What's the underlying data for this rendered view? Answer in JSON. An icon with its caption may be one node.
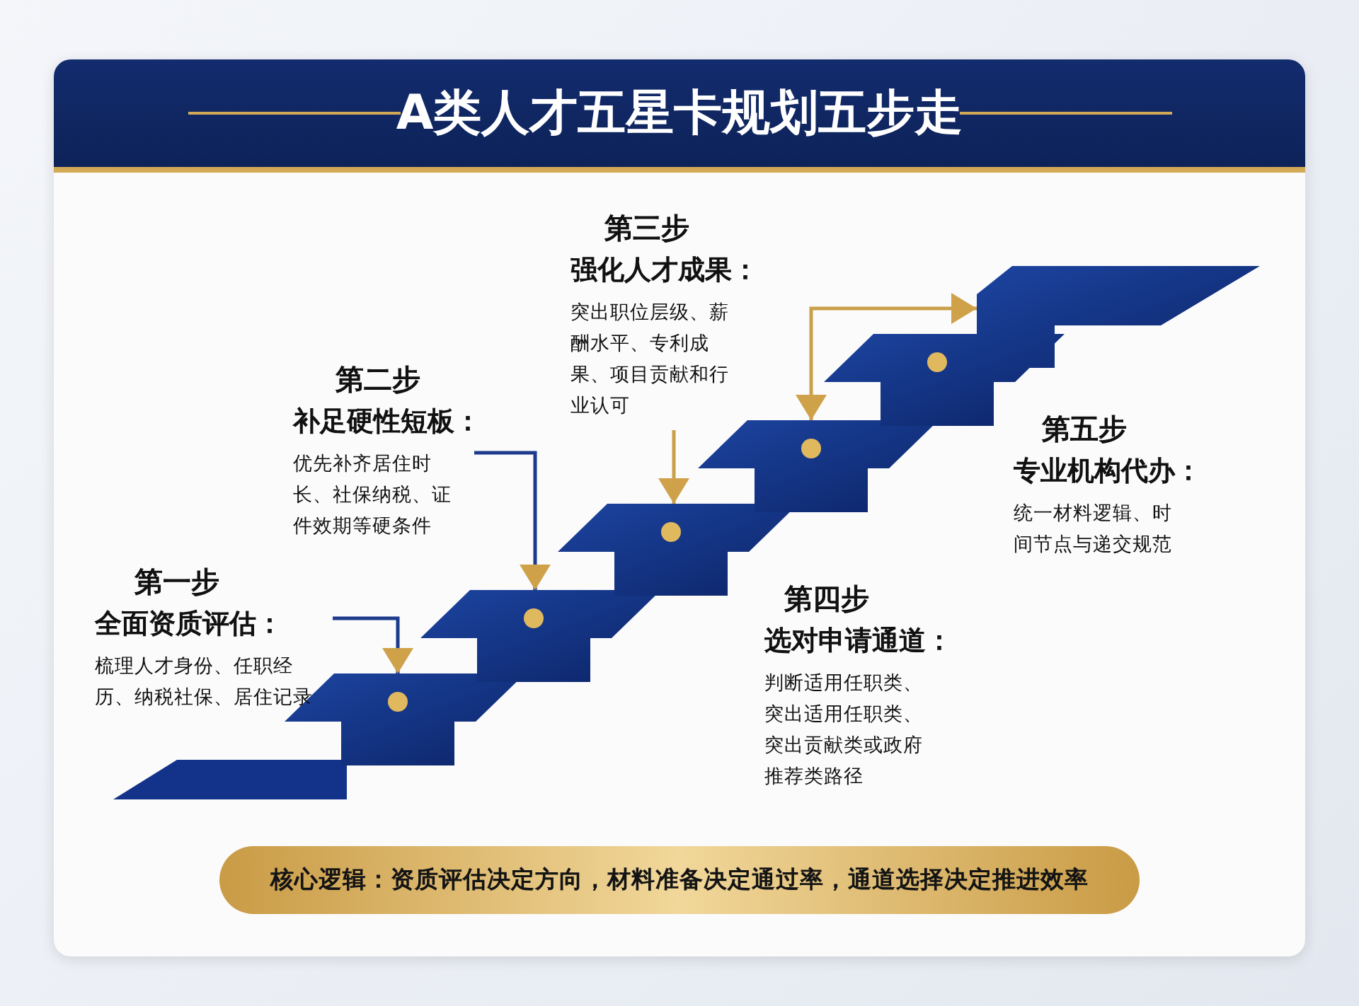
{
  "diagram": {
    "title": "A类人才五星卡规划五步走",
    "nodes": [
      {
        "text": [
          "第一步",
          "全面资质评估：",
          "梳理人才身份、任职经历、纳税社保、居住记录"
        ]
      },
      {
        "text": [
          "第二步",
          "补足硬性短板：",
          "优先补齐居住时长、社保纳税、证件效期等硬条件"
        ]
      },
      {
        "text": [
          "第三步",
          "强化人才成果：",
          "突出职位层级、薪酬水平、专利成果、项目贡献和行业认可"
        ]
      },
      {
        "text": [
          "第四步",
          "选对申请通道：",
          "判断适用任职类、突出适用任职类、突出贡献类或政府推荐类路径"
        ]
      },
      {
        "text": [
          "第五步",
          "专业机构代办：",
          "统一材料逻辑、时间节点与递交规范"
        ]
      },
      {
        "text": [],
        "shape": "box"
      },
      {
        "text": [],
        "shape": "box"
      },
      {
        "text": [],
        "shape": "box"
      },
      {
        "text": [],
        "shape": "box"
      },
      {
        "text": [],
        "shape": "box"
      },
      {
        "text": [],
        "shape": "box"
      },
      {
        "text": [
          "核心逻辑：资质评估决定方向，材料准备决定通过率，通道选择决定推进效率"
        ]
      }
    ],
    "edges": [
      {
        "from": 0,
        "to": 5,
        "arrow": "to",
        "color": "#1d3b8c"
      },
      {
        "from": 1,
        "to": 6,
        "arrow": "to",
        "color": "#1d3b8c"
      },
      {
        "from": 2,
        "to": 7,
        "arrow": "to",
        "color": "#c9a04a"
      },
      {
        "from": 8,
        "to": 10,
        "arrow": "both",
        "color": "#c9a04a"
      }
    ]
  }
}
